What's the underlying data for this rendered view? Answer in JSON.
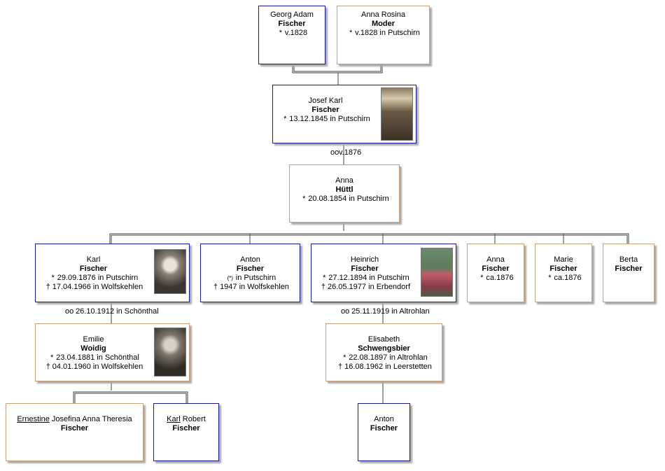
{
  "persons": {
    "georg": {
      "given": "Georg Adam",
      "surname": "Fischer",
      "birth": "v.1828"
    },
    "anna_rosina": {
      "given": "Anna Rosina",
      "surname": "Moder",
      "birth": "v.1828 in Putschirn"
    },
    "josef": {
      "given": "Josef Karl",
      "surname": "Fischer",
      "birth": "13.12.1845 in Putschirn"
    },
    "anna_huettl": {
      "given": "Anna",
      "surname": "Hüttl",
      "birth": "20.08.1854 in Putschirn"
    },
    "karl": {
      "given": "Karl",
      "surname": "Fischer",
      "birth": "29.09.1876 in Putschirn",
      "death": "17.04.1966 in Wolfskehlen"
    },
    "anton": {
      "given": "Anton",
      "surname": "Fischer",
      "birth": "in Putschirn",
      "death": "1947 in Wolfskehlen"
    },
    "heinrich": {
      "given": "Heinrich",
      "surname": "Fischer",
      "birth": "27.12.1894 in Putschirn",
      "death": "26.05.1977 in Erbendorf"
    },
    "anna_f": {
      "given": "Anna",
      "surname": "Fischer",
      "birth": "ca.1876"
    },
    "marie": {
      "given": "Marie",
      "surname": "Fischer",
      "birth": "ca.1876"
    },
    "berta": {
      "given": "Berta",
      "surname": "Fischer"
    },
    "emilie": {
      "given": "Emilie",
      "surname": "Woidig",
      "birth": "23.04.1881 in Schönthal",
      "death": "04.01.1960 in Wolfskehlen"
    },
    "elisabeth": {
      "given": "Elisabeth",
      "surname": "Schwengsbier",
      "birth": "22.08.1897 in Altrohlan",
      "death": "16.08.1962 in Leerstetten"
    },
    "ernestine": {
      "given_call": "Ernestine",
      "given_rest": " Josefina Anna Theresia",
      "surname": "Fischer"
    },
    "karl_robert": {
      "given_call": "Karl",
      "given_rest": " Robert",
      "surname": "Fischer"
    },
    "anton_jr": {
      "given": "Anton",
      "surname": "Fischer"
    }
  },
  "symbols": {
    "birth": "*",
    "death": "†",
    "baptism": "(*)",
    "marriage": "oo"
  },
  "marriages": {
    "josef_anna": "v.1876",
    "karl_emilie": "26.10.1912 in Schönthal",
    "heinrich_elisabeth": "25.11.1919 in Altrohlan"
  },
  "colors": {
    "male_border": "#1a1a8c",
    "female_border": "#c9a07c",
    "line": "#404040"
  }
}
